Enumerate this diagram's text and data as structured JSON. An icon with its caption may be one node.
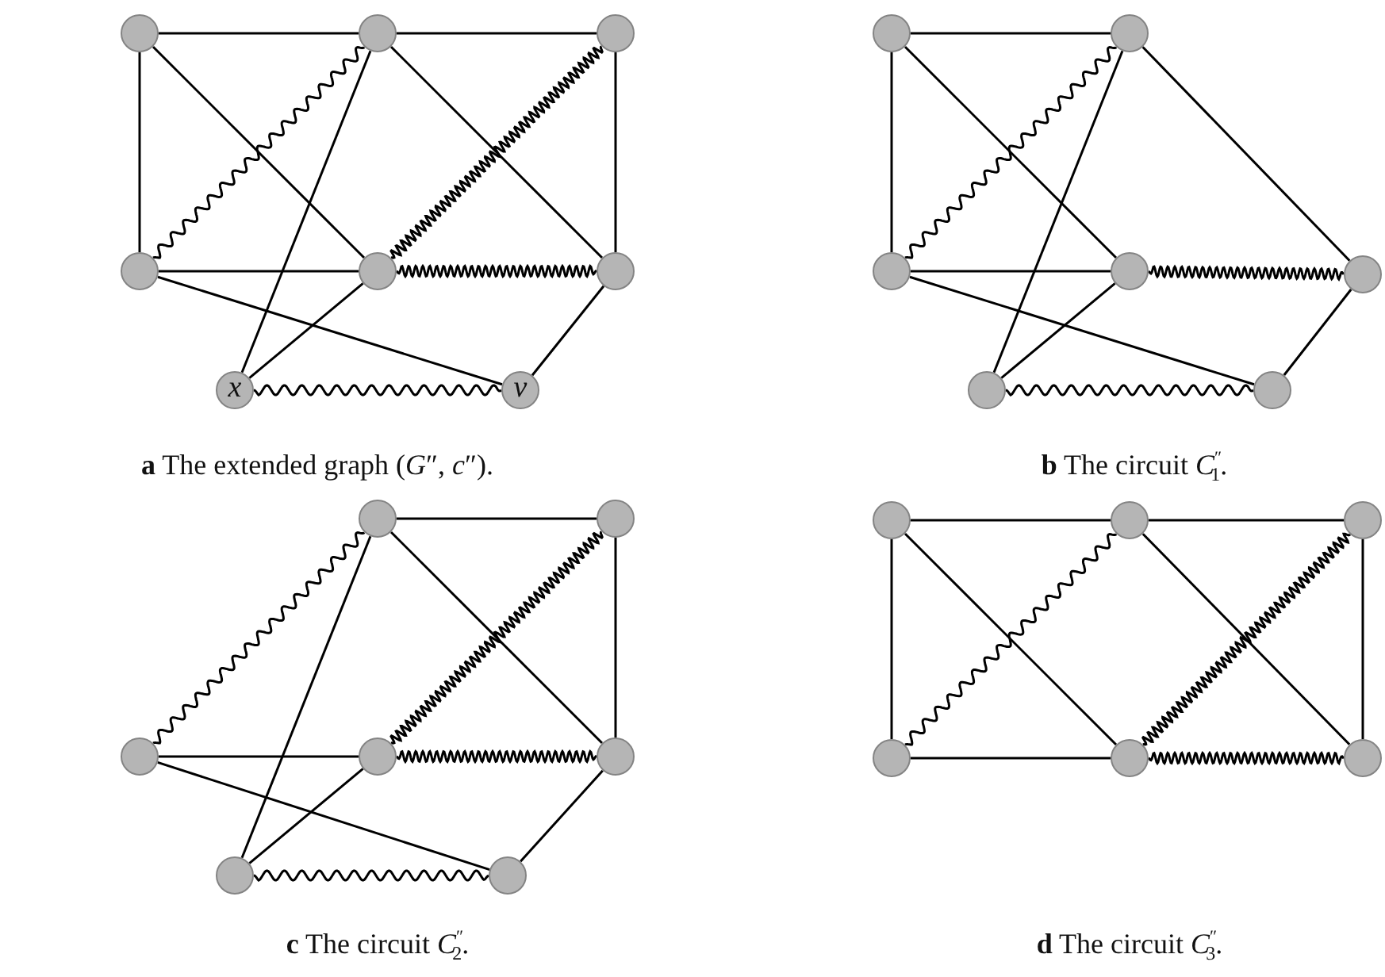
{
  "diagram": {
    "nodes": [
      {
        "text": [],
        "shape": "circle"
      },
      {
        "text": [],
        "shape": "circle"
      },
      {
        "text": [],
        "shape": "circle"
      },
      {
        "text": [],
        "shape": "circle"
      },
      {
        "text": [],
        "shape": "circle"
      },
      {
        "text": [],
        "shape": "circle"
      },
      {
        "text": [
          "x"
        ]
      },
      {
        "text": [
          "v"
        ]
      },
      {
        "text": [],
        "shape": "circle"
      },
      {
        "text": [],
        "shape": "circle"
      },
      {
        "text": [],
        "shape": "circle"
      },
      {
        "text": [],
        "shape": "circle"
      },
      {
        "text": [],
        "shape": "circle"
      },
      {
        "text": [],
        "shape": "circle"
      },
      {
        "text": [],
        "shape": "circle"
      },
      {
        "text": [],
        "shape": "circle"
      },
      {
        "text": [],
        "shape": "circle"
      },
      {
        "text": [],
        "shape": "circle"
      },
      {
        "text": [],
        "shape": "circle"
      },
      {
        "text": [],
        "shape": "circle"
      },
      {
        "text": [],
        "shape": "circle"
      },
      {
        "text": [],
        "shape": "circle"
      },
      {
        "text": [],
        "shape": "circle"
      },
      {
        "text": [],
        "shape": "circle"
      },
      {
        "text": [],
        "shape": "circle"
      },
      {
        "text": [],
        "shape": "circle"
      },
      {
        "text": [],
        "shape": "circle"
      },
      {
        "text": [],
        "shape": "circle"
      }
    ],
    "edges": [
      {
        "from": 0,
        "to": 1,
        "arrow": "none"
      },
      {
        "from": 1,
        "to": 2,
        "arrow": "none"
      },
      {
        "from": 0,
        "to": 3,
        "arrow": "none"
      },
      {
        "from": 2,
        "to": 5,
        "arrow": "none"
      },
      {
        "from": 0,
        "to": 4,
        "arrow": "none"
      },
      {
        "from": 3,
        "to": 1,
        "arrow": "none"
      },
      {
        "from": 1,
        "to": 6,
        "arrow": "none"
      },
      {
        "from": 1,
        "to": 5,
        "arrow": "none"
      },
      {
        "from": 4,
        "to": 2,
        "arrow": "none"
      },
      {
        "from": 4,
        "to": 5,
        "arrow": "none"
      },
      {
        "from": 3,
        "to": 4,
        "arrow": "none"
      },
      {
        "from": 3,
        "to": 7,
        "arrow": "none"
      },
      {
        "from": 4,
        "to": 6,
        "arrow": "none"
      },
      {
        "from": 5,
        "to": 7,
        "arrow": "none"
      },
      {
        "from": 6,
        "to": 7,
        "arrow": "none"
      },
      {
        "from": 8,
        "to": 9,
        "arrow": "none"
      },
      {
        "from": 8,
        "to": 10,
        "arrow": "none"
      },
      {
        "from": 8,
        "to": 11,
        "arrow": "none"
      },
      {
        "from": 10,
        "to": 9,
        "arrow": "none"
      },
      {
        "from": 9,
        "to": 13,
        "arrow": "none"
      },
      {
        "from": 9,
        "to": 12,
        "arrow": "none"
      },
      {
        "from": 11,
        "to": 12,
        "arrow": "none"
      },
      {
        "from": 10,
        "to": 11,
        "arrow": "none"
      },
      {
        "from": 10,
        "to": 14,
        "arrow": "none"
      },
      {
        "from": 11,
        "to": 13,
        "arrow": "none"
      },
      {
        "from": 12,
        "to": 14,
        "arrow": "none"
      },
      {
        "from": 13,
        "to": 14,
        "arrow": "none"
      },
      {
        "from": 15,
        "to": 16,
        "arrow": "none"
      },
      {
        "from": 16,
        "to": 19,
        "arrow": "none"
      },
      {
        "from": 17,
        "to": 15,
        "arrow": "none"
      },
      {
        "from": 15,
        "to": 20,
        "arrow": "none"
      },
      {
        "from": 15,
        "to": 19,
        "arrow": "none"
      },
      {
        "from": 18,
        "to": 16,
        "arrow": "none"
      },
      {
        "from": 18,
        "to": 19,
        "arrow": "none"
      },
      {
        "from": 17,
        "to": 18,
        "arrow": "none"
      },
      {
        "from": 17,
        "to": 21,
        "arrow": "none"
      },
      {
        "from": 18,
        "to": 20,
        "arrow": "none"
      },
      {
        "from": 19,
        "to": 21,
        "arrow": "none"
      },
      {
        "from": 20,
        "to": 21,
        "arrow": "none"
      },
      {
        "from": 22,
        "to": 23,
        "arrow": "none"
      },
      {
        "from": 23,
        "to": 24,
        "arrow": "none"
      },
      {
        "from": 22,
        "to": 25,
        "arrow": "none"
      },
      {
        "from": 24,
        "to": 27,
        "arrow": "none"
      },
      {
        "from": 22,
        "to": 26,
        "arrow": "none"
      },
      {
        "from": 25,
        "to": 23,
        "arrow": "none"
      },
      {
        "from": 23,
        "to": 27,
        "arrow": "none"
      },
      {
        "from": 26,
        "to": 24,
        "arrow": "none"
      },
      {
        "from": 26,
        "to": 27,
        "arrow": "none"
      },
      {
        "from": 25,
        "to": 26,
        "arrow": "none"
      }
    ],
    "labels": [
      "**a** The extended graph (*G*″, *c*″).",
      "**b** The circuit *C*$^{″}$$_{1}$.",
      "**c** The circuit *C*$^{″}$$_{2}$.",
      "**d** The circuit *C*$^{″}$$_{3}$."
    ]
  }
}
